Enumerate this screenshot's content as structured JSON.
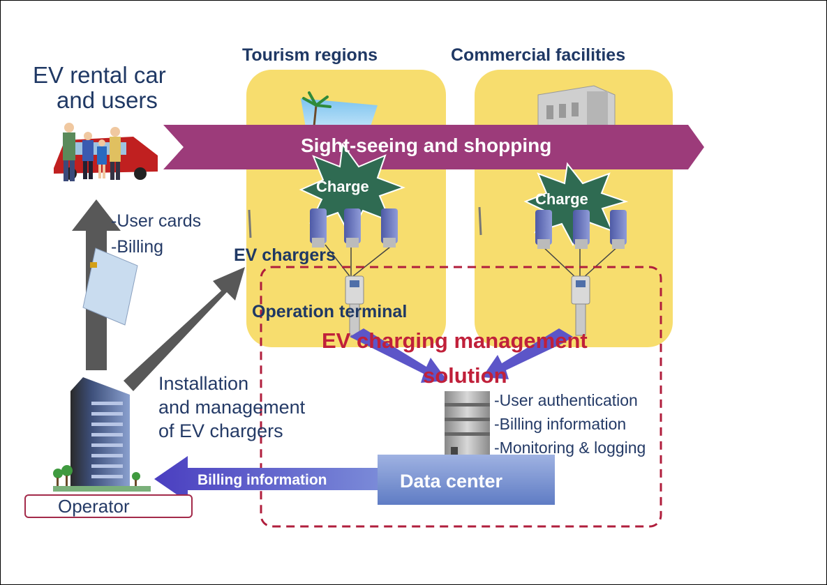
{
  "title_left": [
    "EV rental car",
    "and users"
  ],
  "region_tourism": "Tourism regions",
  "region_commercial": "Commercial facilities",
  "sightseeing_banner": "Sight-seeing and shopping",
  "charge_label": "Charge",
  "user_items": [
    "-User cards",
    "-Billing"
  ],
  "ev_chargers": "EV chargers",
  "operation_terminal": "Operation terminal",
  "solution_title": [
    "EV charging management",
    "solution"
  ],
  "installation": [
    "Installation",
    "and management",
    "of EV chargers"
  ],
  "datacenter_features": [
    "-User authentication",
    "-Billing  information",
    "-Monitoring & logging"
  ],
  "billing_arrow": "Billing information",
  "data_center": "Data center",
  "operator": "Operator",
  "colors": {
    "region_fill": "#f7dd6e",
    "banner": "#9c3b7a",
    "burst": "#2f6b52",
    "solution_red": "#c0203a",
    "arrow_gray": "#585858",
    "arrow_purple": "#6a5acd",
    "datacenter": "#7a94d0",
    "navy": "#1f3864"
  }
}
